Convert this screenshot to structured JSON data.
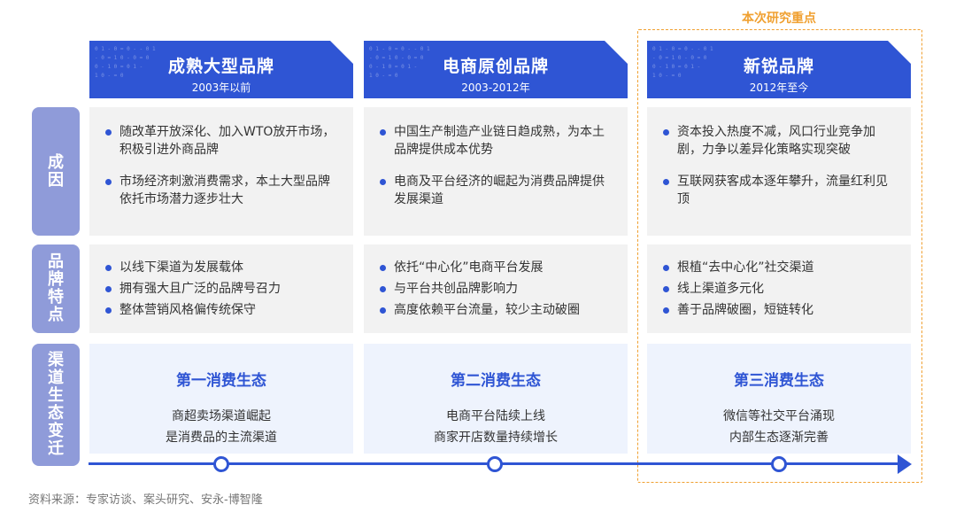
{
  "focus_label": "本次研究重点",
  "columns": [
    {
      "title": "成熟大型品牌",
      "subtitle": "2003年以前"
    },
    {
      "title": "电商原创品牌",
      "subtitle": "2003-2012年"
    },
    {
      "title": "新锐品牌",
      "subtitle": "2012年至今"
    }
  ],
  "row_labels": {
    "causes": "成因",
    "features": "品牌特点",
    "channels": "渠道生态变迁"
  },
  "causes": [
    [
      "随改革开放深化、加入WTO放开市场，积极引进外商品牌",
      "市场经济刺激消费需求，本土大型品牌依托市场潜力逐步壮大"
    ],
    [
      "中国生产制造产业链日趋成熟，为本土品牌提供成本优势",
      "电商及平台经济的崛起为消费品牌提供发展渠道"
    ],
    [
      "资本投入热度不减，风口行业竞争加剧，力争以差异化策略实现突破",
      "互联网获客成本逐年攀升，流量红利见顶"
    ]
  ],
  "features": [
    [
      "以线下渠道为发展载体",
      "拥有强大且广泛的品牌号召力",
      "整体营销风格偏传统保守"
    ],
    [
      "依托“中心化”电商平台发展",
      "与平台共创品牌影响力",
      "高度依赖平台流量，较少主动破圈"
    ],
    [
      "根植“去中心化”社交渠道",
      "线上渠道多元化",
      "善于品牌破圈，短链转化"
    ]
  ],
  "ecosystems": [
    {
      "title": "第一消费生态",
      "line1": "商超卖场渠道崛起",
      "line2": "是消费品的主流渠道"
    },
    {
      "title": "第二消费生态",
      "line1": "电商平台陆续上线",
      "line2": "商家开店数量持续增长"
    },
    {
      "title": "第三消费生态",
      "line1": "微信等社交平台涌现",
      "line2": "内部生态逐渐完善"
    }
  ],
  "source": "资料来源：专家访谈、案头研究、安永-博智隆",
  "colors": {
    "primary": "#2f55d4",
    "label_bg": "#8f9bd9",
    "cell_bg": "#f2f2f2",
    "eco_bg": "#eef3fd",
    "highlight": "#f0a030"
  }
}
